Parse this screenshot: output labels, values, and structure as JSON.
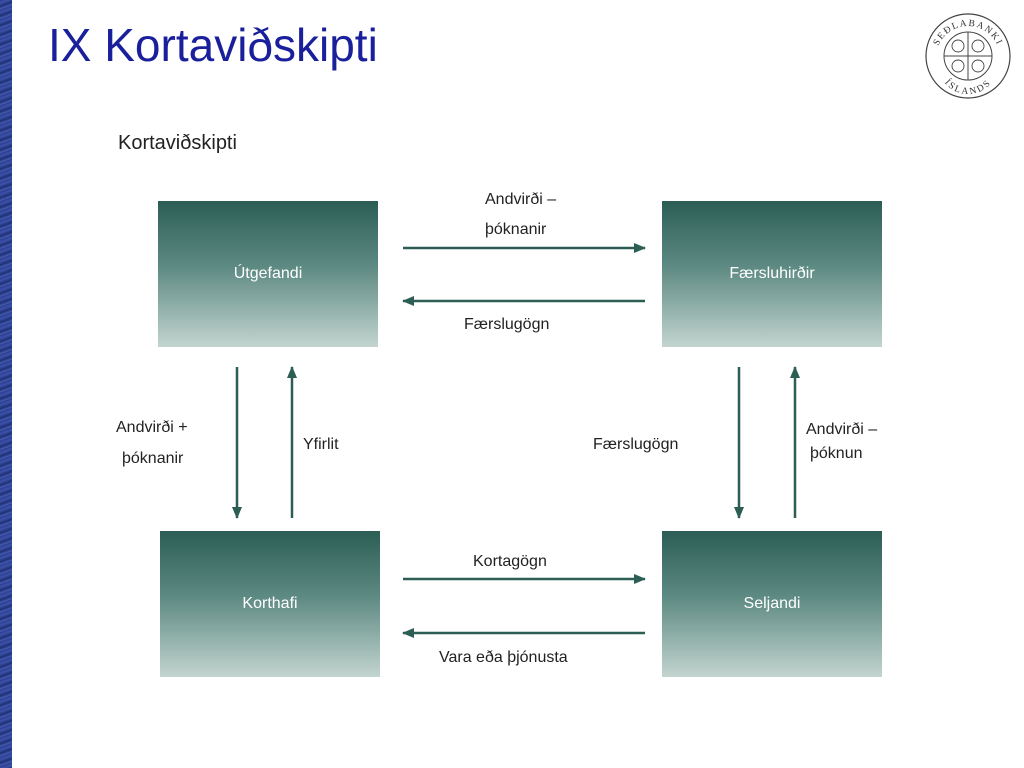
{
  "slide_title": "IX Kortaviðskipti",
  "diagram_title": "Kortaviðskipti",
  "logo": {
    "icon": "sedlabanki-seal-icon",
    "text": "SEÐLABANKI · ÍSLANDS"
  },
  "boxes": {
    "utgefandi": "Útgefandi",
    "faersluhirdir": "Færsluhirðir",
    "korthafi": "Korthafi",
    "seljandi": "Seljandi"
  },
  "labels": {
    "top_arrow_line1": "Andvirði –",
    "top_arrow_line2": "þóknanir",
    "top_back_arrow": "Færslugögn",
    "left_down_line1": "Andvirði +",
    "left_down_line2": "þóknanir",
    "left_up": "Yfirlit",
    "right_down": "Færslugögn",
    "right_up_line1": "Andvirði –",
    "right_up_line2": "þóknun",
    "bottom_forward": "Kortagögn",
    "bottom_back": "Vara eða þjónusta"
  },
  "colors": {
    "arrow": "#2c5e55",
    "title": "#1a1f9c"
  }
}
